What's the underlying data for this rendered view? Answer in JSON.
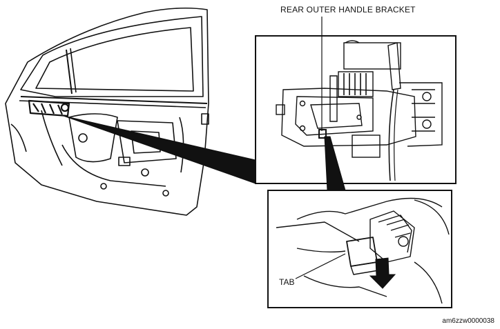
{
  "labels": {
    "bracket": "REAR OUTER HANDLE BRACKET",
    "tab": "TAB",
    "figure_id": "am6zzw0000038"
  },
  "icons": {
    "removal_direction": "down-arrow-icon"
  },
  "colors": {
    "ink": "#111111",
    "background": "#ffffff"
  }
}
